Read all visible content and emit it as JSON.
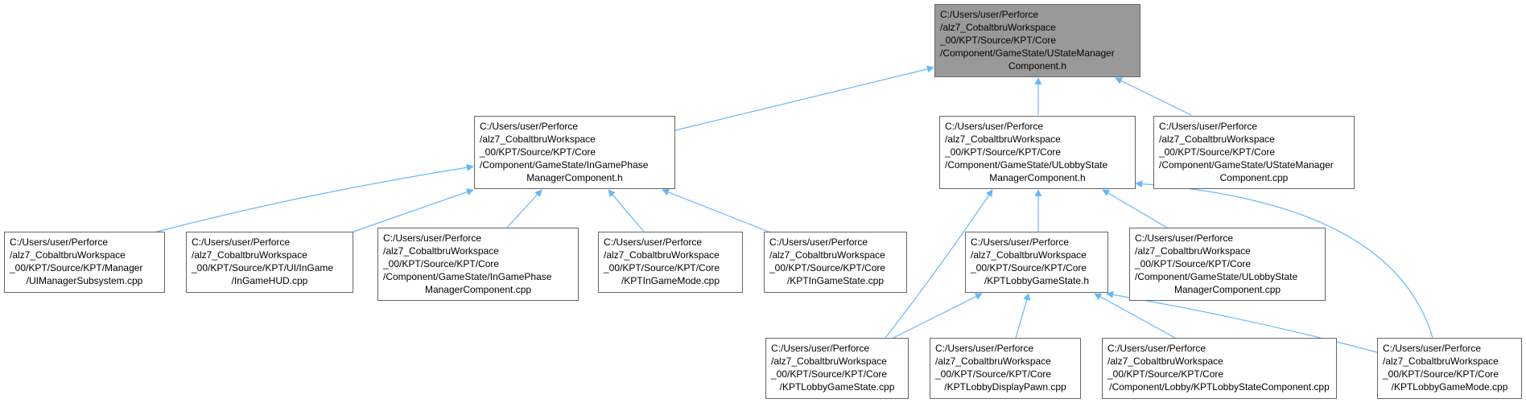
{
  "colors": {
    "edge": "#63b8ff",
    "root_fill": "#999999",
    "node_border": "#666666"
  },
  "nodes": [
    {
      "id": "root",
      "root": true,
      "lines": [
        "C:/Users/user/Perforce",
        "/alz7_CobaltbruWorkspace",
        "_00/KPT/Source/KPT/Core",
        "/Component/GameState/UStateManager",
        "Component.h"
      ]
    },
    {
      "id": "ingamephase_h",
      "lines": [
        "C:/Users/user/Perforce",
        "/alz7_CobaltbruWorkspace",
        "_00/KPT/Source/KPT/Core",
        "/Component/GameState/InGamePhase",
        "ManagerComponent.h"
      ]
    },
    {
      "id": "ulobbystate_h",
      "lines": [
        "C:/Users/user/Perforce",
        "/alz7_CobaltbruWorkspace",
        "_00/KPT/Source/KPT/Core",
        "/Component/GameState/ULobbyState",
        "ManagerComponent.h"
      ]
    },
    {
      "id": "ustatemgr_cpp",
      "lines": [
        "C:/Users/user/Perforce",
        "/alz7_CobaltbruWorkspace",
        "_00/KPT/Source/KPT/Core",
        "/Component/GameState/UStateManager",
        "Component.cpp"
      ]
    },
    {
      "id": "uimanager_cpp",
      "lines": [
        "C:/Users/user/Perforce",
        "/alz7_CobaltbruWorkspace",
        "_00/KPT/Source/KPT/Manager",
        "/UIManagerSubsystem.cpp"
      ]
    },
    {
      "id": "ingamehud_cpp",
      "lines": [
        "C:/Users/user/Perforce",
        "/alz7_CobaltbruWorkspace",
        "_00/KPT/Source/KPT/UI/InGame",
        "/InGameHUD.cpp"
      ]
    },
    {
      "id": "ingamephase_cpp",
      "lines": [
        "C:/Users/user/Perforce",
        "/alz7_CobaltbruWorkspace",
        "_00/KPT/Source/KPT/Core",
        "/Component/GameState/InGamePhase",
        "ManagerComponent.cpp"
      ]
    },
    {
      "id": "kptingamemode_cpp",
      "lines": [
        "C:/Users/user/Perforce",
        "/alz7_CobaltbruWorkspace",
        "_00/KPT/Source/KPT/Core",
        "/KPTInGameMode.cpp"
      ]
    },
    {
      "id": "kptingamestate_cpp",
      "lines": [
        "C:/Users/user/Perforce",
        "/alz7_CobaltbruWorkspace",
        "_00/KPT/Source/KPT/Core",
        "/KPTInGameState.cpp"
      ]
    },
    {
      "id": "kptlobbygamestate_h",
      "lines": [
        "C:/Users/user/Perforce",
        "/alz7_CobaltbruWorkspace",
        "_00/KPT/Source/KPT/Core",
        "/KPTLobbyGameState.h"
      ]
    },
    {
      "id": "ulobbystate_cpp",
      "lines": [
        "C:/Users/user/Perforce",
        "/alz7_CobaltbruWorkspace",
        "_00/KPT/Source/KPT/Core",
        "/Component/GameState/ULobbyState",
        "ManagerComponent.cpp"
      ]
    },
    {
      "id": "kptlobbygamestate_cpp",
      "lines": [
        "C:/Users/user/Perforce",
        "/alz7_CobaltbruWorkspace",
        "_00/KPT/Source/KPT/Core",
        "/KPTLobbyGameState.cpp"
      ]
    },
    {
      "id": "kptlobbydisplaypawn_cpp",
      "lines": [
        "C:/Users/user/Perforce",
        "/alz7_CobaltbruWorkspace",
        "_00/KPT/Source/KPT/Core",
        "/KPTLobbyDisplayPawn.cpp"
      ]
    },
    {
      "id": "kptlobbystatecomp_cpp",
      "lines": [
        "C:/Users/user/Perforce",
        "/alz7_CobaltbruWorkspace",
        "_00/KPT/Source/KPT/Core",
        "/Component/Lobby/KPTLobbyStateComponent.cpp"
      ]
    },
    {
      "id": "kptlobbygamemode_cpp",
      "lines": [
        "C:/Users/user/Perforce",
        "/alz7_CobaltbruWorkspace",
        "_00/KPT/Source/KPT/Core",
        "/KPTLobbyGameMode.cpp"
      ]
    }
  ],
  "edges": [
    {
      "from": "ingamephase_h",
      "to": "root"
    },
    {
      "from": "ulobbystate_h",
      "to": "root"
    },
    {
      "from": "ustatemgr_cpp",
      "to": "root"
    },
    {
      "from": "uimanager_cpp",
      "to": "ingamephase_h"
    },
    {
      "from": "ingamehud_cpp",
      "to": "ingamephase_h"
    },
    {
      "from": "ingamephase_cpp",
      "to": "ingamephase_h"
    },
    {
      "from": "kptingamemode_cpp",
      "to": "ingamephase_h"
    },
    {
      "from": "kptingamestate_cpp",
      "to": "ingamephase_h"
    },
    {
      "from": "kptlobbygamestate_h",
      "to": "ulobbystate_h"
    },
    {
      "from": "ulobbystate_cpp",
      "to": "ulobbystate_h"
    },
    {
      "from": "kptlobbygamestate_cpp",
      "to": "ulobbystate_h"
    },
    {
      "from": "kptlobbygamemode_cpp",
      "to": "ulobbystate_h"
    },
    {
      "from": "kptlobbygamestate_cpp",
      "to": "kptlobbygamestate_h"
    },
    {
      "from": "kptlobbydisplaypawn_cpp",
      "to": "kptlobbygamestate_h"
    },
    {
      "from": "kptlobbystatecomp_cpp",
      "to": "kptlobbygamestate_h"
    },
    {
      "from": "kptlobbygamemode_cpp",
      "to": "kptlobbygamestate_h"
    }
  ]
}
